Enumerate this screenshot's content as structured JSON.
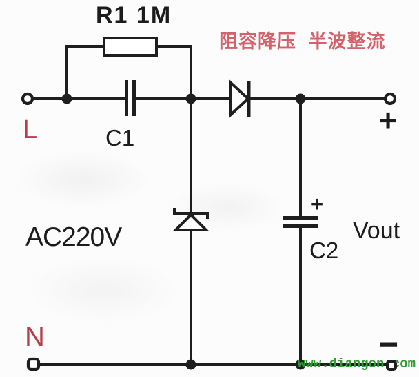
{
  "diagram": {
    "type": "circuit-schematic",
    "annotation_cn": "阻容降压 半波整流",
    "labels": {
      "resistor": "R1 1M",
      "cap1": "C1",
      "cap2": "C2",
      "cap2_polarity": "+",
      "source": "AC220V",
      "vout": "Vout",
      "terminal_live": "L",
      "terminal_neutral": "N",
      "output_positive": "+",
      "output_negative": "−",
      "watermark": "www.diangon.com"
    },
    "symbols": {
      "resistor": "white-outline-rectangle",
      "capacitor_c1": "vertical-parallel-plates",
      "capacitor_c2": "horizontal-parallel-plates-polarized",
      "diode": "right-pointing-open-triangle-with-cathode-bar",
      "zener_diode": "up-pointing-open-triangle-with-bent-cathode-bar",
      "junction": "filled-dot",
      "terminal": "open-circle-or-rounded-square"
    },
    "colors": {
      "wire": "#1e1e1e",
      "terminal_label_red": "#b2404e",
      "annotation_red": "#d4626b",
      "watermark_green": "#2f9b33",
      "background": "#fcfcfc"
    }
  }
}
